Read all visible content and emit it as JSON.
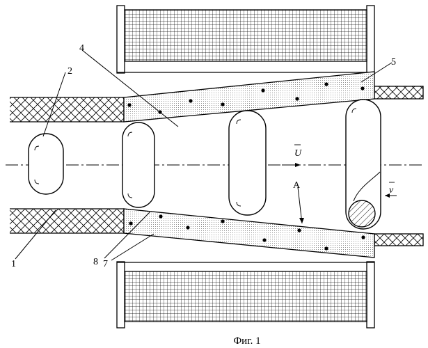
{
  "figure": {
    "caption": "Фиг. 1",
    "labels": {
      "l1": "1",
      "l2": "2",
      "l4": "4",
      "l5": "5",
      "l7": "7",
      "l8": "8",
      "lA": "A",
      "lU": "U",
      "lv": "v"
    }
  },
  "colors": {
    "ink": "#000000",
    "paper": "#ffffff",
    "hatch_fill": "#f2f2f2"
  }
}
